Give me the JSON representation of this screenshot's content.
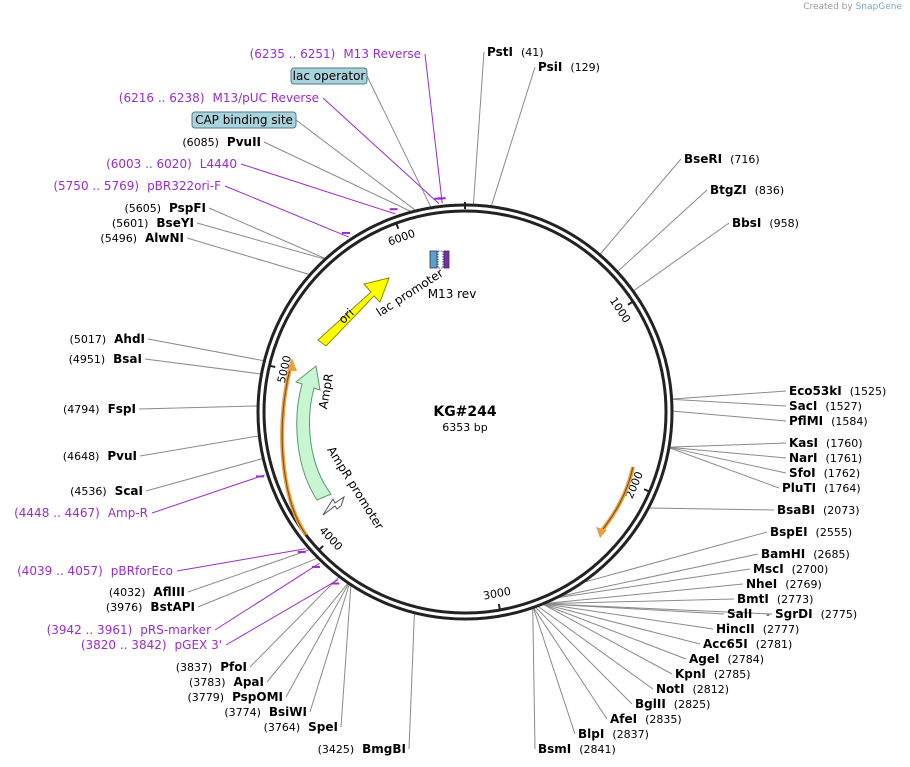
{
  "credit": {
    "prefix": "Created by",
    "brand": "SnapGene"
  },
  "plasmid": {
    "name": "KG#244",
    "length_label": "6353 bp",
    "length": 6353
  },
  "ticks": [
    {
      "pos": 1000,
      "label": "1000"
    },
    {
      "pos": 2000,
      "label": "2000"
    },
    {
      "pos": 3000,
      "label": "3000"
    },
    {
      "pos": 4000,
      "label": "4000"
    },
    {
      "pos": 5000,
      "label": "5000"
    },
    {
      "pos": 6000,
      "label": "6000"
    }
  ],
  "enzymes": [
    {
      "name": "PstI",
      "pos": "(41)",
      "site": 41
    },
    {
      "name": "PsiI",
      "pos": "(129)",
      "site": 129
    },
    {
      "name": "BseRI",
      "pos": "(716)",
      "site": 716
    },
    {
      "name": "BtgZI",
      "pos": "(836)",
      "site": 836
    },
    {
      "name": "BbsI",
      "pos": "(958)",
      "site": 958
    },
    {
      "name": "Eco53kI",
      "pos": "(1525)",
      "site": 1525
    },
    {
      "name": "SacI",
      "pos": "(1527)",
      "site": 1527
    },
    {
      "name": "PflMI",
      "pos": "(1584)",
      "site": 1584
    },
    {
      "name": "KasI",
      "pos": "(1760)",
      "site": 1760
    },
    {
      "name": "NarI",
      "pos": "(1761)",
      "site": 1761
    },
    {
      "name": "SfoI",
      "pos": "(1762)",
      "site": 1762
    },
    {
      "name": "PluTI",
      "pos": "(1764)",
      "site": 1764
    },
    {
      "name": "BsaBI",
      "pos": "(2073)",
      "site": 2073
    },
    {
      "name": "BspEI",
      "pos": "(2555)",
      "site": 2555
    },
    {
      "name": "BamHI",
      "pos": "(2685)",
      "site": 2685
    },
    {
      "name": "MscI",
      "pos": "(2700)",
      "site": 2700
    },
    {
      "name": "NheI",
      "pos": "(2769)",
      "site": 2769
    },
    {
      "name": "BmtI",
      "pos": "(2773)",
      "site": 2773
    },
    {
      "name": "SalI",
      "pos": "",
      "site": 2775
    },
    {
      "name": "SgrDI",
      "pos": "(2775)",
      "site": 2775
    },
    {
      "name": "HincII",
      "pos": "(2777)",
      "site": 2777
    },
    {
      "name": "Acc65I",
      "pos": "(2781)",
      "site": 2781
    },
    {
      "name": "AgeI",
      "pos": "(2784)",
      "site": 2784
    },
    {
      "name": "KpnI",
      "pos": "(2785)",
      "site": 2785
    },
    {
      "name": "NotI",
      "pos": "(2812)",
      "site": 2812
    },
    {
      "name": "BglII",
      "pos": "(2825)",
      "site": 2825
    },
    {
      "name": "AfeI",
      "pos": "(2835)",
      "site": 2835
    },
    {
      "name": "BlpI",
      "pos": "(2837)",
      "site": 2837
    },
    {
      "name": "BsmI",
      "pos": "(2841)",
      "site": 2841
    },
    {
      "name": "BmgBI",
      "pos": "(3425)",
      "site": 3425
    },
    {
      "name": "SpeI",
      "pos": "(3764)",
      "site": 3764
    },
    {
      "name": "BsiWI",
      "pos": "(3774)",
      "site": 3774
    },
    {
      "name": "PspOMI",
      "pos": "(3779)",
      "site": 3779
    },
    {
      "name": "ApaI",
      "pos": "(3783)",
      "site": 3783
    },
    {
      "name": "PfoI",
      "pos": "(3837)",
      "site": 3837
    },
    {
      "name": "BstAPI",
      "pos": "(3976)",
      "site": 3976
    },
    {
      "name": "AflIII",
      "pos": "(4032)",
      "site": 4032
    },
    {
      "name": "ScaI",
      "pos": "(4536)",
      "site": 4536
    },
    {
      "name": "PvuI",
      "pos": "(4648)",
      "site": 4648
    },
    {
      "name": "FspI",
      "pos": "(4794)",
      "site": 4794
    },
    {
      "name": "BsaI",
      "pos": "(4951)",
      "site": 4951
    },
    {
      "name": "AhdI",
      "pos": "(5017)",
      "site": 5017
    },
    {
      "name": "AlwNI",
      "pos": "(5496)",
      "site": 5496
    },
    {
      "name": "BseYI",
      "pos": "(5601)",
      "site": 5601
    },
    {
      "name": "PspFI",
      "pos": "(5605)",
      "site": 5605
    },
    {
      "name": "PvuII",
      "pos": "(6085)",
      "site": 6085
    }
  ],
  "primers": [
    {
      "range": "(6235 .. 6251)",
      "name": "M13 Reverse",
      "site": 6243
    },
    {
      "range": "(6216 .. 6238)",
      "name": "M13/pUC Reverse",
      "site": 6227
    },
    {
      "range": "(6003 .. 6020)",
      "name": "L4440",
      "site": 6011
    },
    {
      "range": "(5750 .. 5769)",
      "name": "pBR322ori-F",
      "site": 5760
    },
    {
      "range": "(4448 .. 4467)",
      "name": "Amp-R",
      "site": 4457
    },
    {
      "range": "(4039 .. 4057)",
      "name": "pBRforEco",
      "site": 4048
    },
    {
      "range": "(3942 .. 3961)",
      "name": "pRS-marker",
      "site": 3951
    },
    {
      "range": "(3820 .. 3842)",
      "name": "pGEX 3'",
      "site": 3831
    }
  ],
  "boxed_features": [
    {
      "label": "lac operator",
      "site": 6190
    },
    {
      "label": "CAP binding site",
      "site": 6120
    }
  ],
  "features": [
    {
      "label": "ori",
      "color": "#ffff00",
      "stroke": "#8a8a00"
    },
    {
      "label": "lac promoter",
      "color": "#5aa0c8"
    },
    {
      "label": "M13 rev",
      "color": "#7a2bb0"
    },
    {
      "label": "AmpR",
      "color": "#c8f5d2",
      "stroke": "#5a9a6a"
    },
    {
      "label": "AmpR promoter",
      "color": "#ffffff"
    }
  ],
  "colors": {
    "primer": "#9a2bd0",
    "box_fill": "#a8d2dc",
    "orange": "#e8a040"
  }
}
